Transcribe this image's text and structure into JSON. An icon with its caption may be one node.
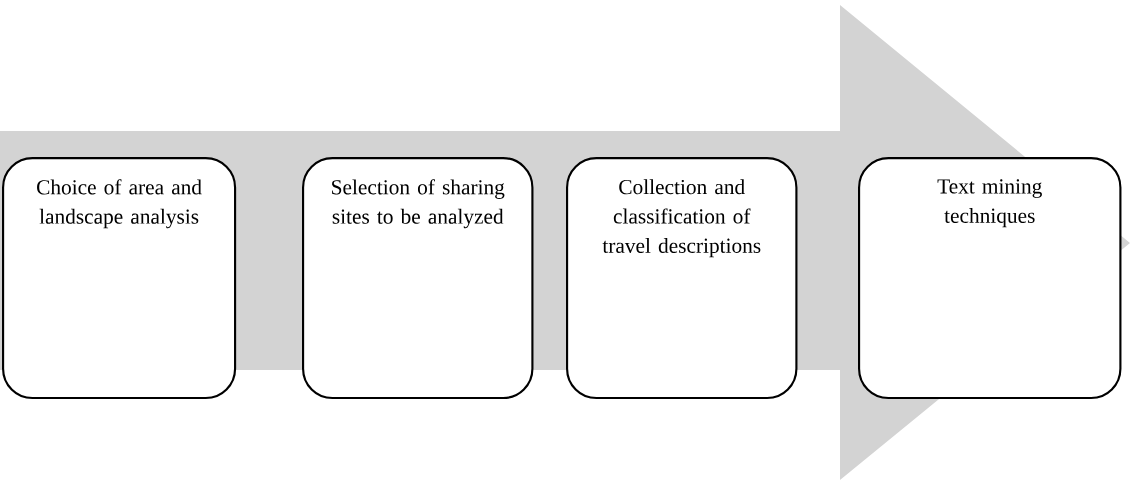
{
  "diagram": {
    "nodes": [
      {
        "text": [
          "Choice of area and landscape analysis"
        ]
      },
      {
        "text": [
          "Selection of sharing sites to be analyzed"
        ]
      },
      {
        "text": [
          "Collection and classification of travel descriptions"
        ]
      },
      {
        "text": [
          "Text mining techniques"
        ]
      }
    ],
    "edges": [
      {
        "from": 0,
        "to": 3,
        "arrow": "to"
      }
    ]
  }
}
